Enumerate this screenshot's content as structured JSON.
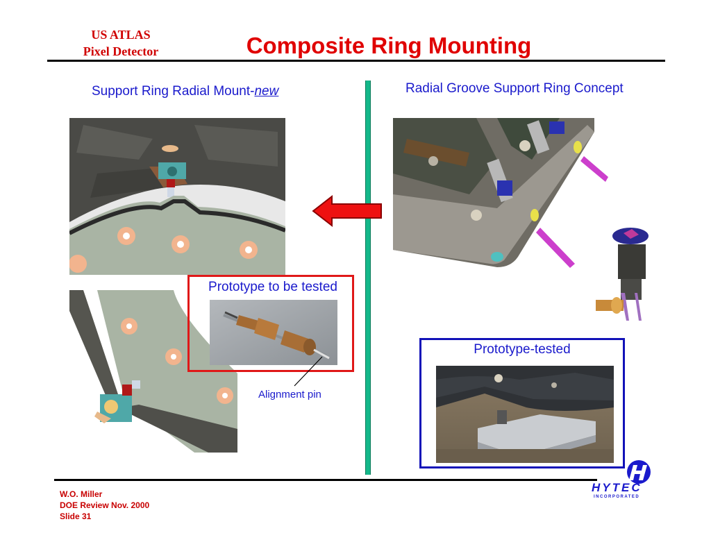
{
  "header": {
    "org_line1": "US ATLAS",
    "org_line2": "Pixel Detector",
    "title": "Composite Ring Mounting"
  },
  "left": {
    "heading": "Support Ring Radial Mount-",
    "heading_emphasis": "new",
    "prototype_label": "Prototype to be tested",
    "callout": "Alignment pin"
  },
  "right": {
    "heading": "Radial Groove Support Ring Concept",
    "prototype_label": "Prototype-tested"
  },
  "footer": {
    "author": "W.O. Miller",
    "event": "DOE Review  Nov. 2000",
    "slide": "Slide 31"
  },
  "logo": {
    "name": "HYTEC",
    "sub": "INCORPORATED"
  },
  "colors": {
    "title_red": "#e00000",
    "heading_blue": "#1a1acc",
    "divider_green": "#14b88a",
    "arrow_red": "#ee1111",
    "logo_blue": "#1a1acc"
  },
  "icons": [
    "left-arrow-icon"
  ]
}
